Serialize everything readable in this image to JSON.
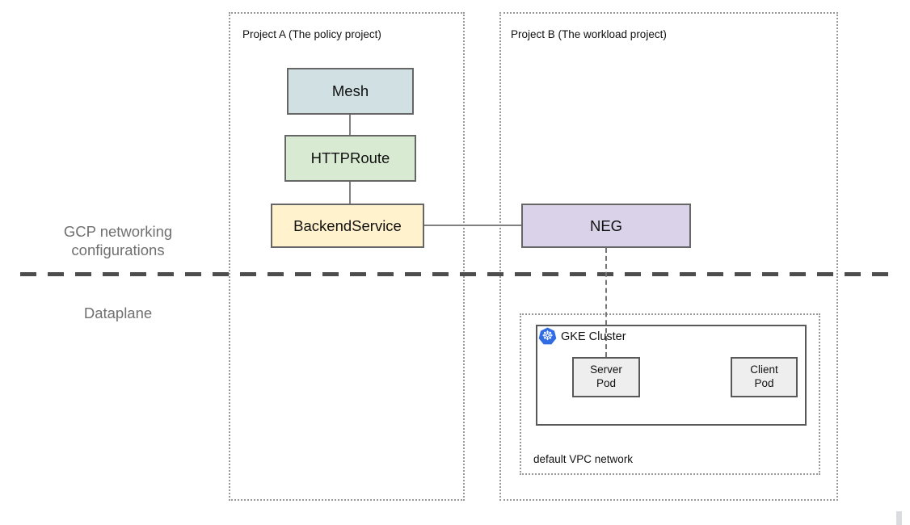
{
  "regions": {
    "gcp_networking_label": "GCP networking configurations",
    "dataplane_label": "Dataplane"
  },
  "projects": {
    "a": {
      "label": "Project A (The policy project)"
    },
    "b": {
      "label": "Project B (The workload project)"
    }
  },
  "nodes": {
    "mesh": {
      "label": "Mesh",
      "fill": "#d0e0e3"
    },
    "httproute": {
      "label": "HTTPRoute",
      "fill": "#d9ead3"
    },
    "backend_service": {
      "label": "BackendService",
      "fill": "#fff2cc"
    },
    "neg": {
      "label": "NEG",
      "fill": "#d9d2e9"
    }
  },
  "gke_cluster": {
    "label": "GKE Cluster",
    "icon_glyph": "☸",
    "icon_color": "#326ce5",
    "server_pod_label": "Server Pod",
    "client_pod_label": "Client Pod",
    "pod_fill": "#eeeeee"
  },
  "vpc": {
    "label": "default VPC network"
  },
  "colors": {
    "connector_line": "#808080",
    "node_border": "#666666",
    "plane_divider_dash": "#4d4d4d",
    "dotted_border": "#999999",
    "region_label_text": "#707070"
  }
}
